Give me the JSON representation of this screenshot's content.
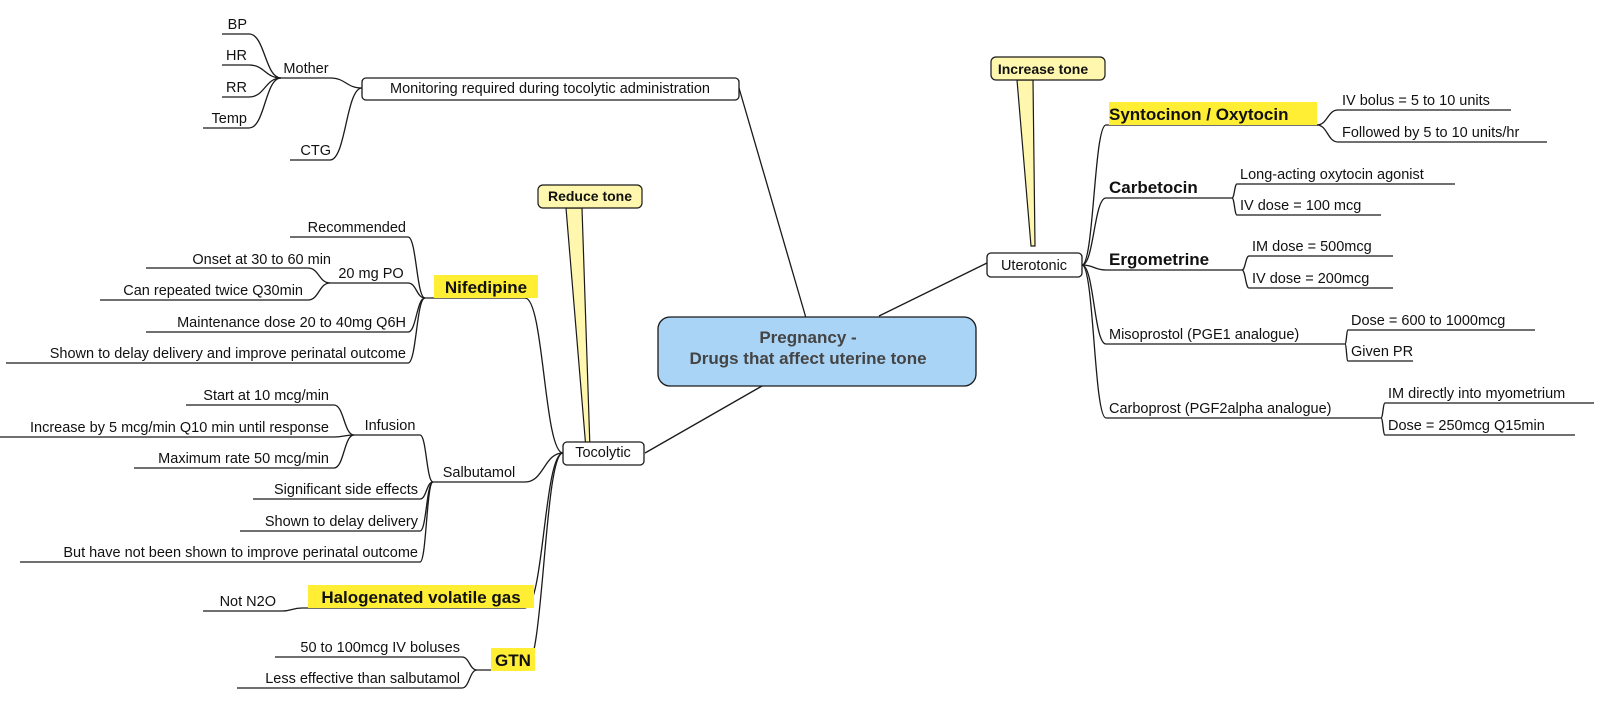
{
  "colors": {
    "line": "#1a1a1a",
    "highlight": "#ffee33",
    "callout_fill": "#fff7ad",
    "root_fill": "#a9d4f5",
    "root_text": "#444444"
  },
  "root": {
    "line1": "Pregnancy -",
    "line2": "Drugs that affect uterine tone"
  },
  "monitoring": {
    "title": "Monitoring required during tocolytic administration",
    "mother": {
      "label": "Mother",
      "items": [
        "BP",
        "HR",
        "RR",
        "Temp"
      ]
    },
    "ctg": "CTG"
  },
  "tocolytic": {
    "label": "Tocolytic",
    "callout": "Reduce tone",
    "nifedipine": {
      "label": "Nifedipine",
      "recommended": "Recommended",
      "dose": {
        "label": "20 mg PO",
        "items": [
          "Onset at 30 to 60 min",
          "Can repeated twice Q30min"
        ]
      },
      "maintenance": "Maintenance dose 20 to 40mg Q6H",
      "outcome": "Shown to delay delivery and improve perinatal outcome"
    },
    "salbutamol": {
      "label": "Salbutamol",
      "infusion": {
        "label": "Infusion",
        "items": [
          "Start at 10 mcg/min",
          "Increase by 5 mcg/min Q10 min until response",
          "Maximum rate 50 mcg/min"
        ]
      },
      "items": [
        "Significant side effects",
        "Shown to delay delivery",
        "But have not been shown to improve perinatal outcome"
      ]
    },
    "halogenated": {
      "label": "Halogenated volatile gas",
      "note": "Not N2O"
    },
    "gtn": {
      "label": "GTN",
      "items": [
        "50 to 100mcg IV boluses",
        "Less effective than salbutamol"
      ]
    }
  },
  "uterotonic": {
    "label": "Uterotonic",
    "callout": "Increase tone",
    "syntocinon": {
      "label": "Syntocinon / Oxytocin",
      "items": [
        "IV bolus = 5 to 10 units",
        "Followed by 5 to 10 units/hr"
      ]
    },
    "carbetocin": {
      "label": "Carbetocin",
      "items": [
        "Long-acting oxytocin agonist",
        "IV dose = 100 mcg"
      ]
    },
    "ergometrine": {
      "label": "Ergometrine",
      "items": [
        "IM dose = 500mcg",
        "IV dose = 200mcg"
      ]
    },
    "misoprostol": {
      "label": "Misoprostol (PGE1 analogue)",
      "items": [
        "Dose = 600 to 1000mcg",
        "Given PR"
      ]
    },
    "carboprost": {
      "label": "Carboprost (PGF2alpha analogue)",
      "items": [
        "IM directly into myometrium",
        "Dose = 250mcg Q15min"
      ]
    }
  }
}
